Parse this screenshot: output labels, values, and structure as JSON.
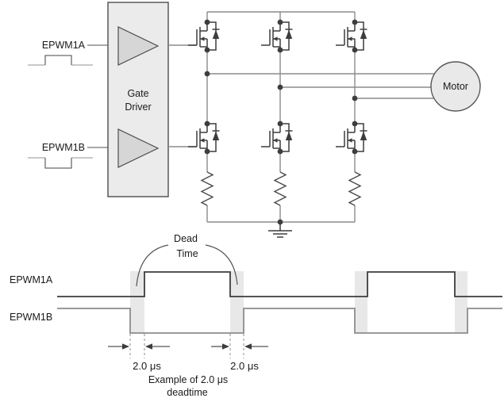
{
  "figure": {
    "circuit": {
      "input_a_label": "EPWM1A",
      "input_b_label": "EPWM1B",
      "gate_driver_line1": "Gate",
      "gate_driver_line2": "Driver",
      "motor_label": "Motor"
    },
    "timing": {
      "signal_a_label": "EPWM1A",
      "signal_b_label": "EPWM1B",
      "deadtime_label_line1": "Dead",
      "deadtime_label_line2": "Time",
      "deadtime_value_left": "2.0 μs",
      "deadtime_value_right": "2.0 μs",
      "caption_line1": "Example of 2.0 μs",
      "caption_line2": "deadtime"
    },
    "colors": {
      "wire_gray": "#8c8c8c",
      "symbol_dark": "#3d3d3d",
      "box_fill": "#ebebeb",
      "triangle_fill": "#d6d6d6",
      "motor_fill": "#e9e9e9",
      "deadtime_band_fill": "#e8e8e8",
      "text": "#1a1a1a"
    }
  }
}
